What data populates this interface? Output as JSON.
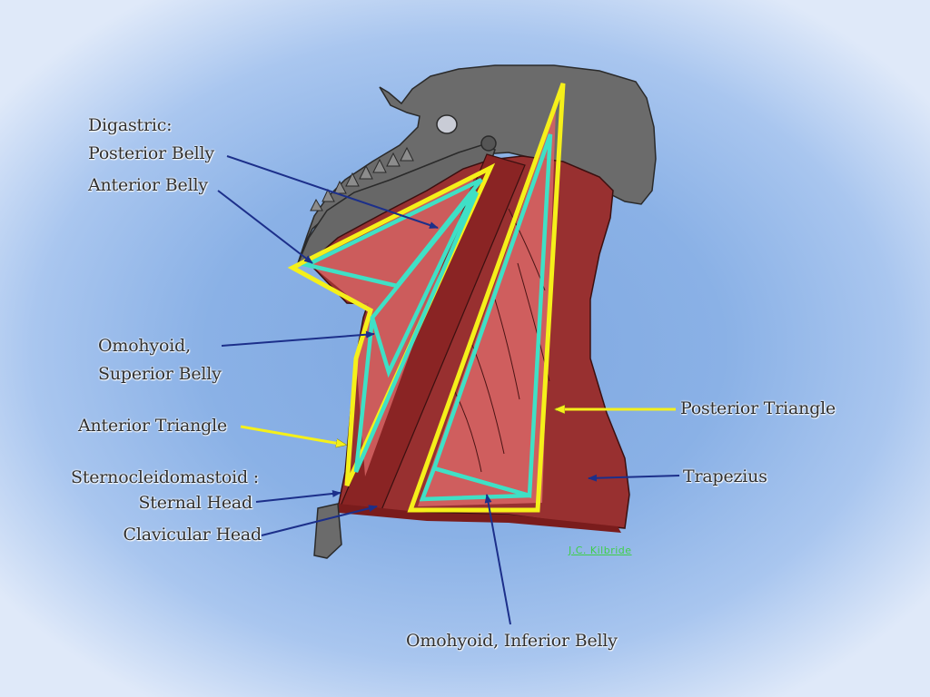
{
  "labels": {
    "digastric_heading": "Digastric:",
    "posterior_belly": "Posterior Belly",
    "anterior_belly": "Anterior Belly",
    "omohyoid_superior_line1": "Omohyoid,",
    "omohyoid_superior_line2": "Superior Belly",
    "anterior_triangle": "Anterior Triangle",
    "scm_heading": "Sternocleidomastoid :",
    "sternal_head": "Sternal Head",
    "clavicular_head": "Clavicular Head",
    "posterior_triangle": "Posterior Triangle",
    "trapezius": "Trapezius",
    "omohyoid_inferior": "Omohyoid, Inferior Belly"
  },
  "signature": "J.C. Kilbride",
  "colors": {
    "bone": "#6b6b6b",
    "muscle_dark": "#983030",
    "muscle_light": "#d56464",
    "triangle_outline": "#f5f01a",
    "omohyoid_outline": "#3fe0c6",
    "pointer_dark": "#1c2f8a",
    "pointer_yellow": "#f5f01a"
  }
}
